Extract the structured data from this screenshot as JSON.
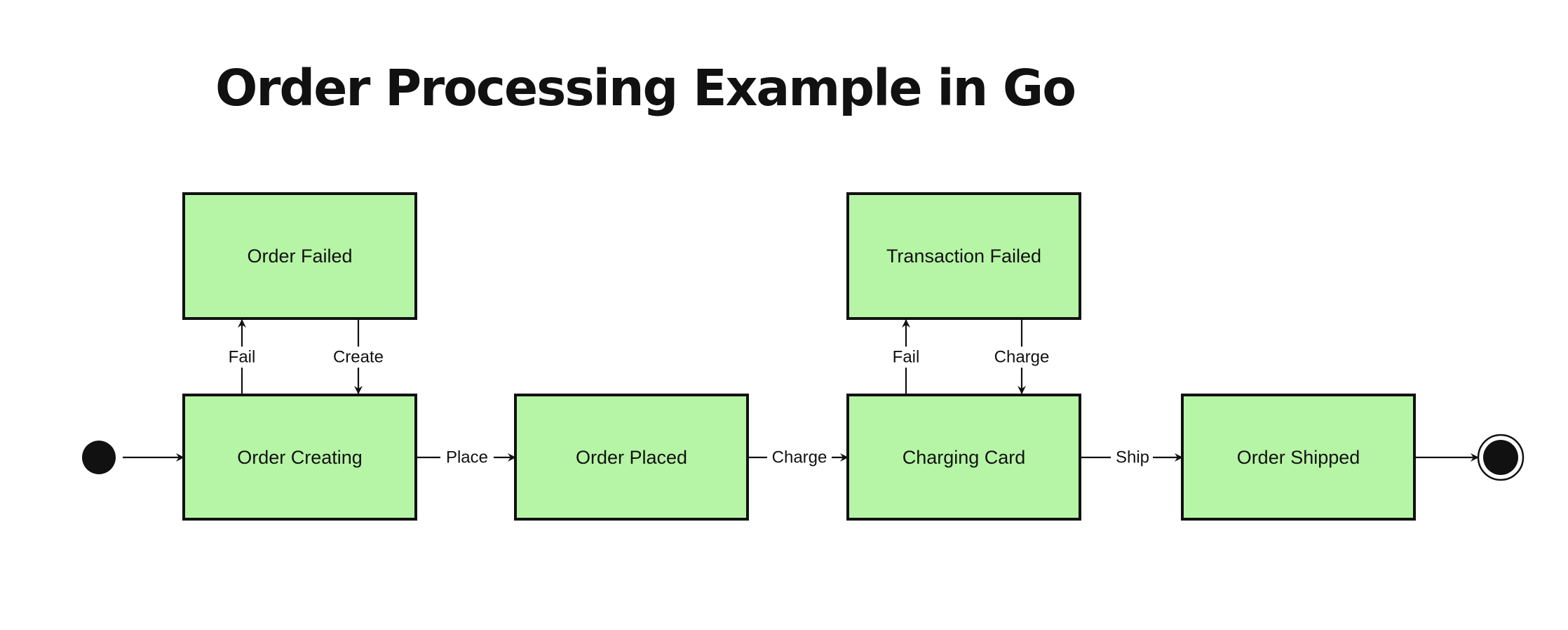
{
  "title": "Order Processing Example in Go",
  "colors": {
    "state_fill": "#b6f5a5",
    "stroke": "#111111",
    "background": "#ffffff"
  },
  "states": {
    "order_failed": "Order Failed",
    "transaction_failed": "Transaction Failed",
    "order_creating": "Order Creating",
    "order_placed": "Order Placed",
    "charging_card": "Charging Card",
    "order_shipped": "Order Shipped"
  },
  "transitions": {
    "creating_to_failed": "Fail",
    "failed_to_creating": "Create",
    "creating_to_placed": "Place",
    "placed_to_charging": "Charge",
    "charging_to_txfailed": "Fail",
    "txfailed_to_charging": "Charge",
    "charging_to_shipped": "Ship"
  },
  "markers": {
    "initial": "initial-state",
    "final": "final-state"
  }
}
